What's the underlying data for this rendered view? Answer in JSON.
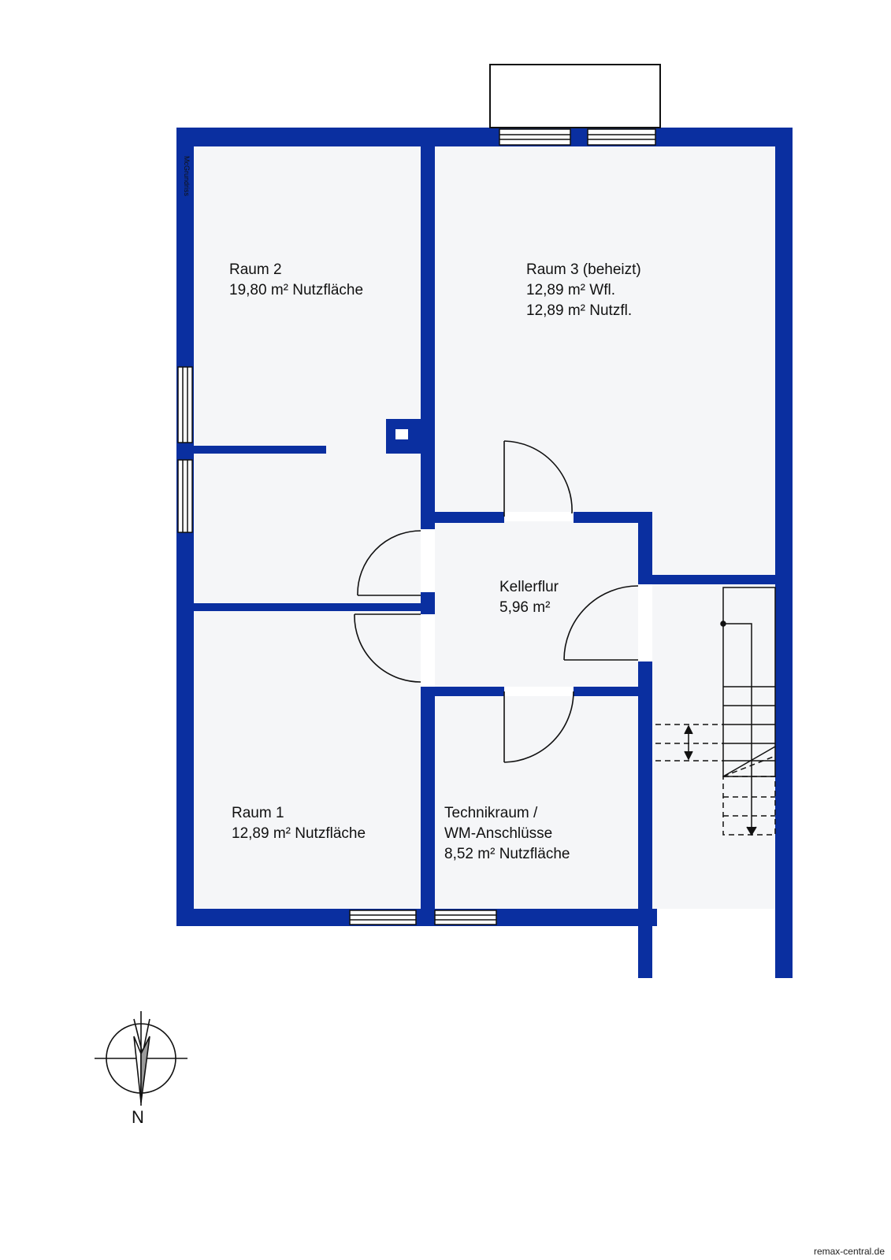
{
  "colors": {
    "wall": "#0a2fa0",
    "floor": "#f5f6f8",
    "line": "#111111"
  },
  "rooms": [
    {
      "id": "raum2",
      "lines": [
        "Raum 2",
        "19,80 m² Nutzfläche"
      ]
    },
    {
      "id": "raum3",
      "lines": [
        "Raum 3 (beheizt)",
        "12,89 m² Wfl.",
        "12,89 m² Nutzfl."
      ]
    },
    {
      "id": "flur",
      "lines": [
        "Kellerflur",
        "5,96 m²"
      ]
    },
    {
      "id": "raum1",
      "lines": [
        "Raum 1",
        "12,89 m² Nutzfläche"
      ]
    },
    {
      "id": "technik",
      "lines": [
        "Technikraum /",
        "WM-Anschlüsse",
        "8,52 m² Nutzfläche"
      ]
    }
  ],
  "credit_vertical": "McGrundriss",
  "compass": {
    "icon": "north-arrow-icon",
    "label": "N"
  },
  "site_credit": "remax-central.de"
}
